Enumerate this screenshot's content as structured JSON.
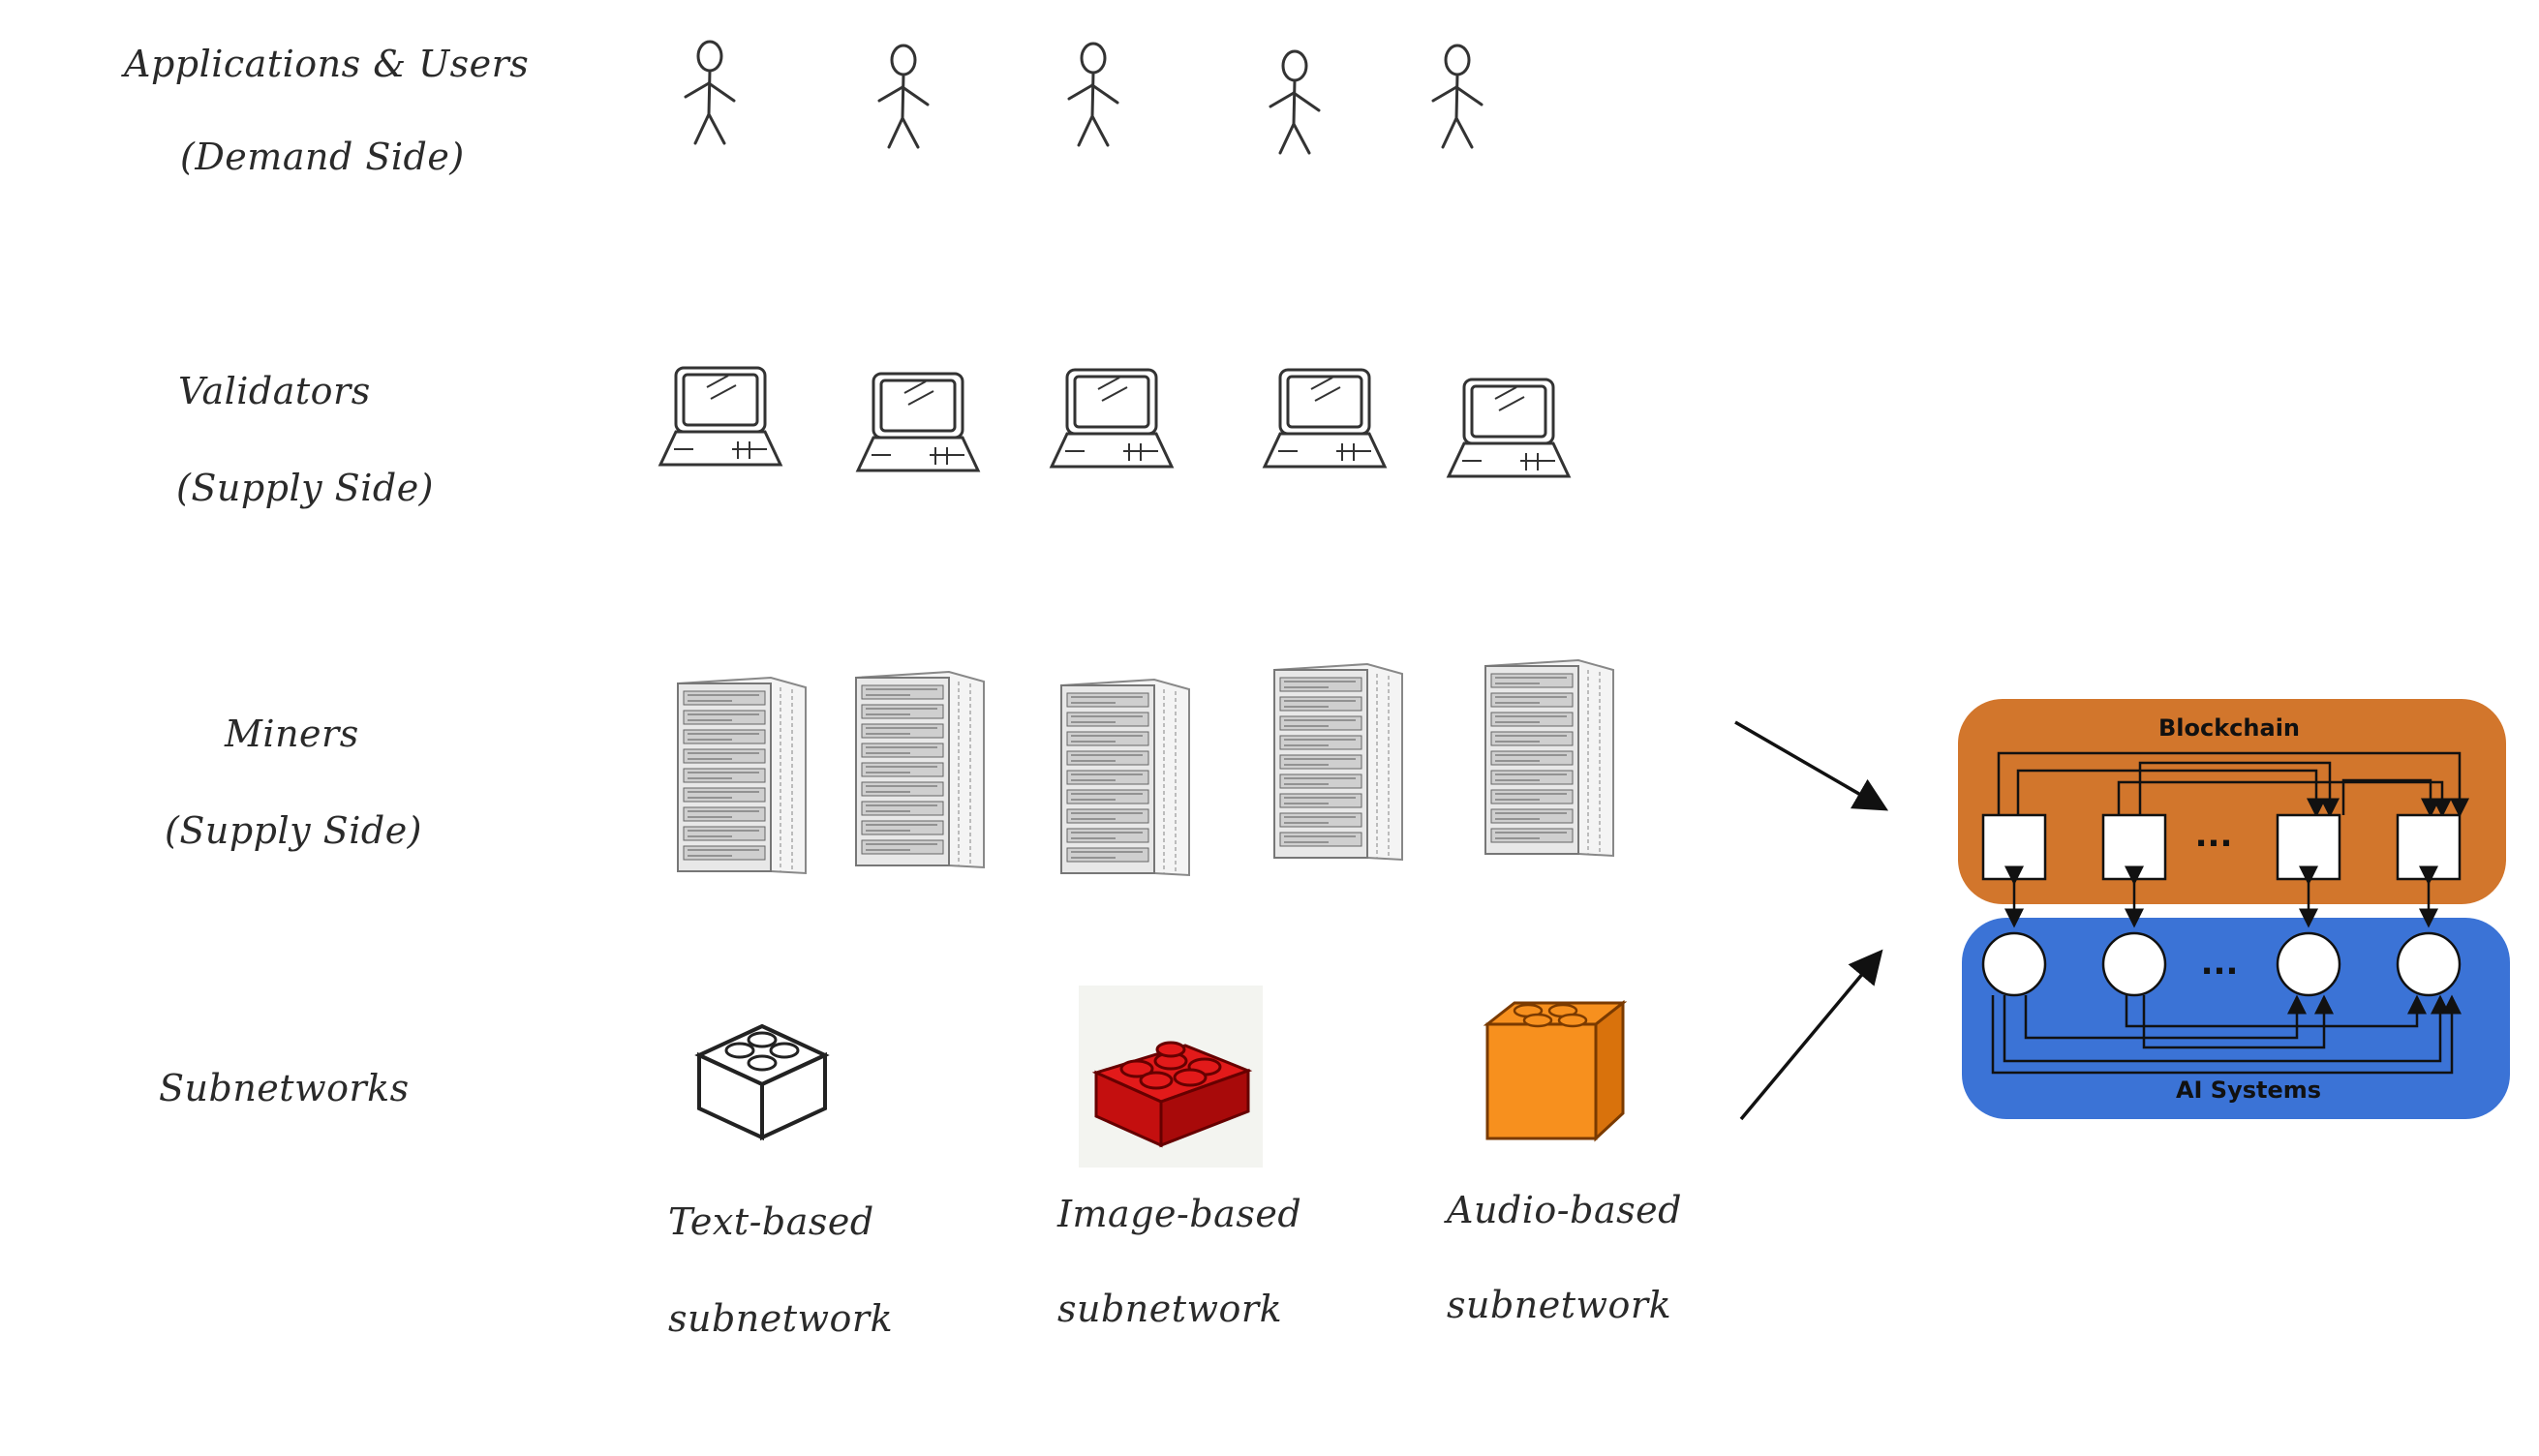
{
  "rows": {
    "demand": {
      "title": "Applications & Users",
      "subtitle": "(Demand Side)",
      "icon": "stick-figure-icon",
      "count": 5
    },
    "validators": {
      "title": "Validators",
      "subtitle": "(Supply Side)",
      "icon": "laptop-icon",
      "count": 5
    },
    "miners": {
      "title": "Miners",
      "subtitle": "(Supply Side)",
      "icon": "server-rack-icon",
      "count": 5
    },
    "subnetworks": {
      "title": "Subnetworks",
      "icon": "lego-brick-icon"
    }
  },
  "subnets": [
    {
      "line1": "Text-based",
      "line2": "subnetwork",
      "color": "#ffffff"
    },
    {
      "line1": "Image-based",
      "line2": "subnetwork",
      "color": "#e21a1a"
    },
    {
      "line1": "Audio-based",
      "line2": "subnetwork",
      "color": "#f7901e"
    }
  ],
  "system": {
    "top_label": "Blockchain",
    "bottom_label": "AI Systems",
    "ellipsis": "...",
    "top_color": "#d2762c",
    "bottom_color": "#3b73d6"
  }
}
